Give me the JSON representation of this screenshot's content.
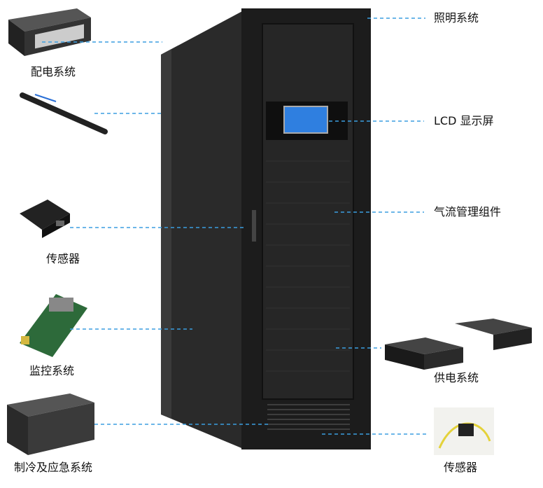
{
  "title": "微模块机柜组成",
  "colors": {
    "dash": "#3b9ee0",
    "cabinet": "#1c1c1c",
    "lcd": "#2f7fe0"
  },
  "labels": {
    "lighting": "照明系统",
    "lcd": "LCD 显示屏",
    "airflow": "气流管理组件",
    "power_supply": "供电系统",
    "sensor_right": "传感器",
    "power_distribution": "配电系统",
    "sensor_left": "传感器",
    "monitoring": "监控系统",
    "cooling": "制冷及应急系统"
  }
}
